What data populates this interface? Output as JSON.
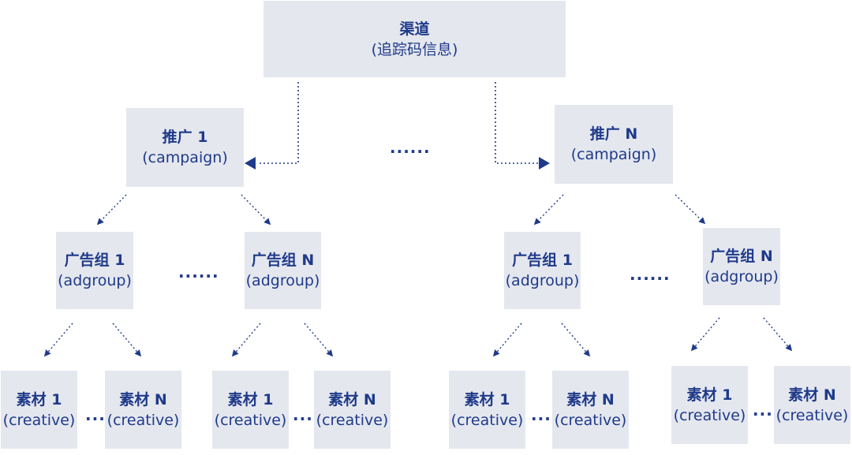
{
  "root": {
    "title": "渠道",
    "sub": "(追踪码信息)"
  },
  "campaigns": [
    {
      "title": "推广 1",
      "sub": "(campaign)"
    },
    {
      "title": "推广 N",
      "sub": "(campaign)"
    }
  ],
  "adgroups": [
    {
      "title": "广告组 1",
      "sub": "(adgroup)"
    },
    {
      "title": "广告组 N",
      "sub": "(adgroup)"
    },
    {
      "title": "广告组 1",
      "sub": "(adgroup)"
    },
    {
      "title": "广告组 N",
      "sub": "(adgroup)"
    }
  ],
  "creatives": [
    {
      "title": "素材 1",
      "sub": "(creative)"
    },
    {
      "title": "素材 N",
      "sub": "(creative)"
    },
    {
      "title": "素材 1",
      "sub": "(creative)"
    },
    {
      "title": "素材 N",
      "sub": "(creative)"
    },
    {
      "title": "素材 1",
      "sub": "(creative)"
    },
    {
      "title": "素材 N",
      "sub": "(creative)"
    },
    {
      "title": "素材 1",
      "sub": "(creative)"
    },
    {
      "title": "素材 N",
      "sub": "(creative)"
    }
  ],
  "ellipsis": {
    "long": "......",
    "short": "···"
  },
  "colors": {
    "box_bg": "#e4e7ee",
    "text": "#1f3a8a",
    "arrow": "#1f3a8a"
  }
}
